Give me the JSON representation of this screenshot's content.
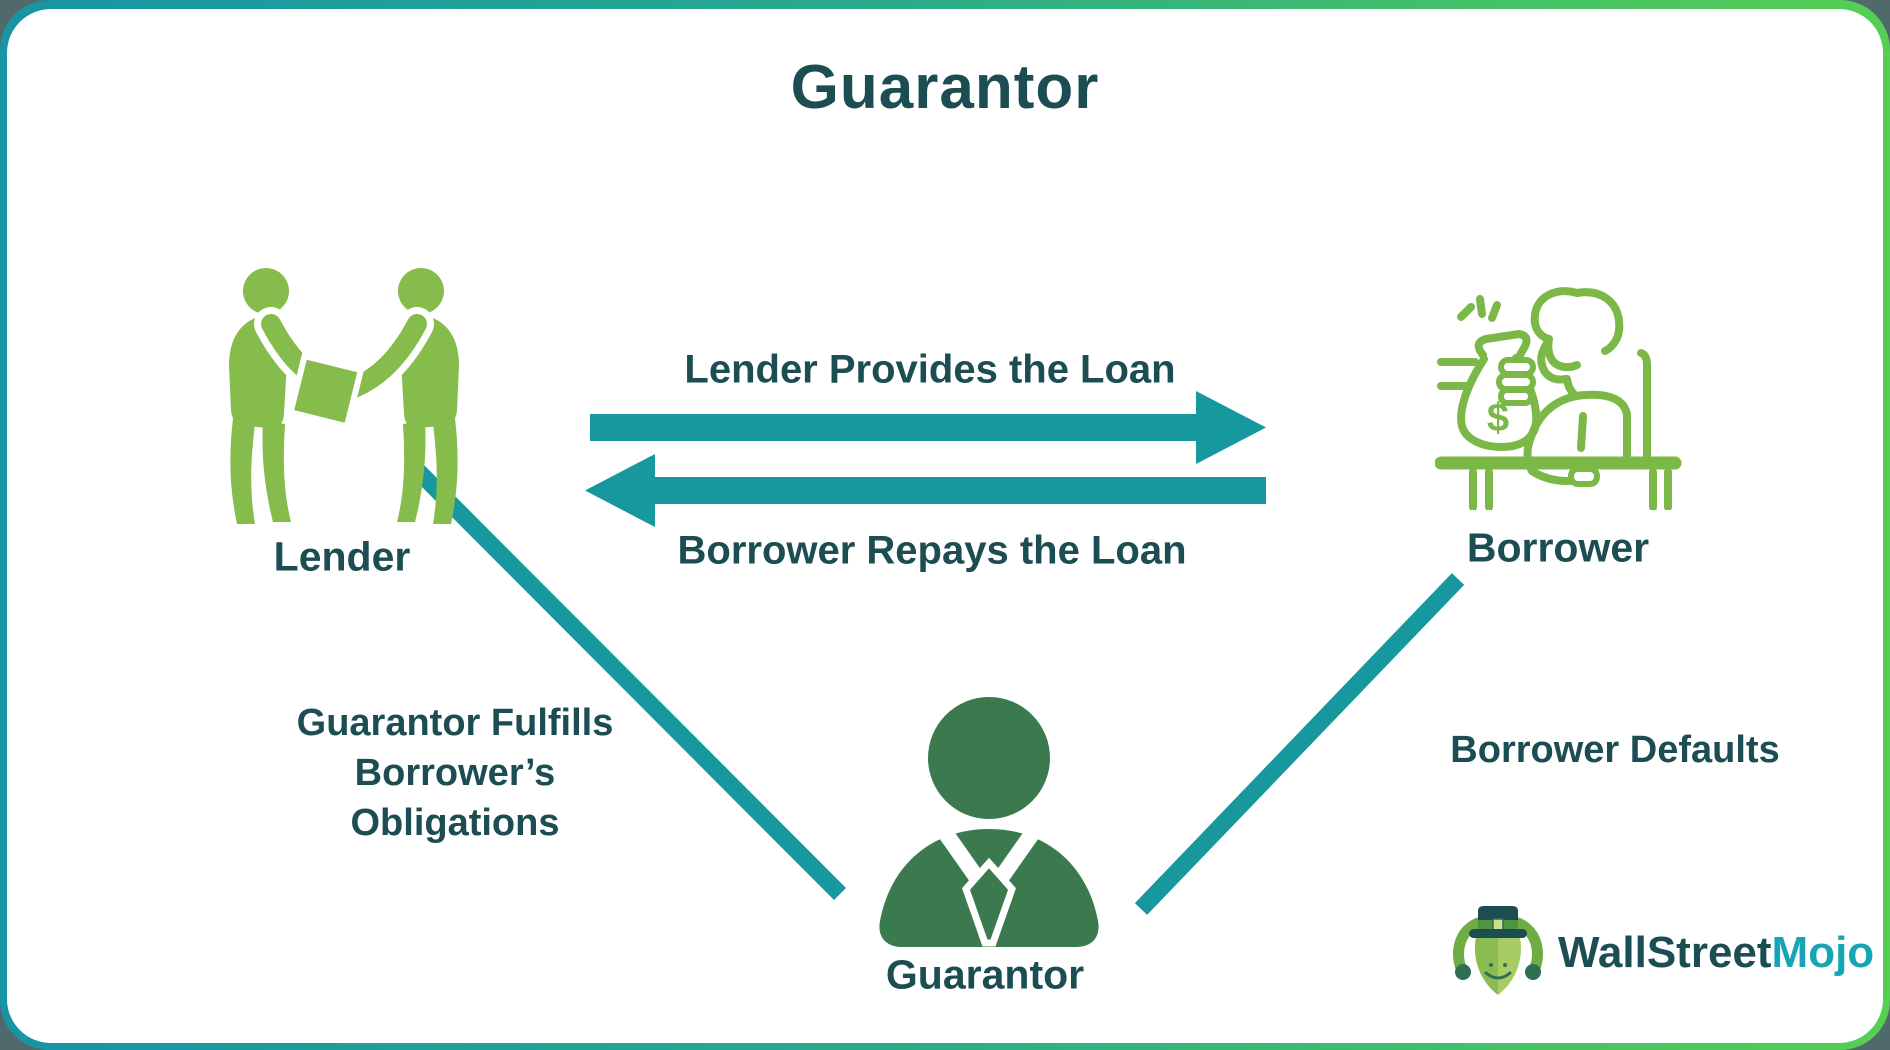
{
  "title": "Guarantor",
  "nodes": {
    "lender": {
      "label": "Lender",
      "icon": "two-people-document-exchange-icon"
    },
    "borrower": {
      "label": "Borrower",
      "icon": "person-at-desk-money-bag-icon"
    },
    "guarantor": {
      "label": "Guarantor",
      "icon": "businessman-silhouette-icon"
    }
  },
  "flows": {
    "lender_to_borrower": {
      "label": "Lender Provides the Loan",
      "direction": "right"
    },
    "borrower_to_lender": {
      "label": "Borrower Repays the Loan",
      "direction": "left"
    },
    "left_note": {
      "line1": "Guarantor Fulfills",
      "line2": "Borrower’s",
      "line3": "Obligations"
    },
    "right_note": {
      "label": "Borrower Defaults"
    }
  },
  "logo": {
    "part1": "WallStreet",
    "part2": "Mojo",
    "mascot": "bull-with-top-hat-icon"
  },
  "colors": {
    "arrow_teal": "#16989e",
    "dark_teal_text": "#1b4d52",
    "light_green": "#85bc4c",
    "outline_green": "#7cb847",
    "dark_green": "#3a7a4e",
    "logo_cyan": "#16a5b4",
    "border_gradient_left": "#1794a5",
    "border_gradient_right": "#55cf52",
    "outside_background": "#50696b"
  }
}
